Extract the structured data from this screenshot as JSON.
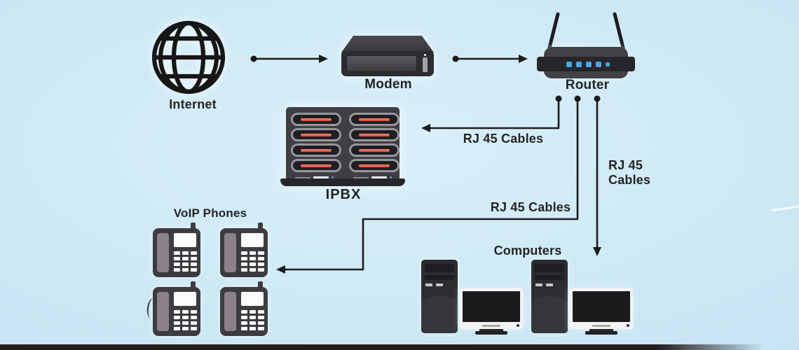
{
  "labels": {
    "internet": "Internet",
    "modem": "Modem",
    "router": "Router",
    "ipbx": "IPBX",
    "voip_phones": "VoIP Phones",
    "computers": "Computers",
    "cable_router_ipbx": "RJ 45 Cables",
    "cable_router_phones": "RJ 45 Cables",
    "cable_router_computers_line1": "RJ 45",
    "cable_router_computers_line2": "Cables"
  },
  "counts": {
    "router_leds": 5,
    "ipbx_slot_rows": 4,
    "ipbx_slot_columns": 2,
    "voip_phones": 4,
    "computers": 2,
    "phone_keypad_rows": 4,
    "phone_keypad_cols": 3
  },
  "colors": {
    "background": "#cfeaf6",
    "line": "#1c1c1c",
    "device_dark": "#3c3c40",
    "router_led_blue": "#4ba6e4",
    "ipbx_bar_red": "#e25138",
    "handset_gray": "#8b8188"
  }
}
